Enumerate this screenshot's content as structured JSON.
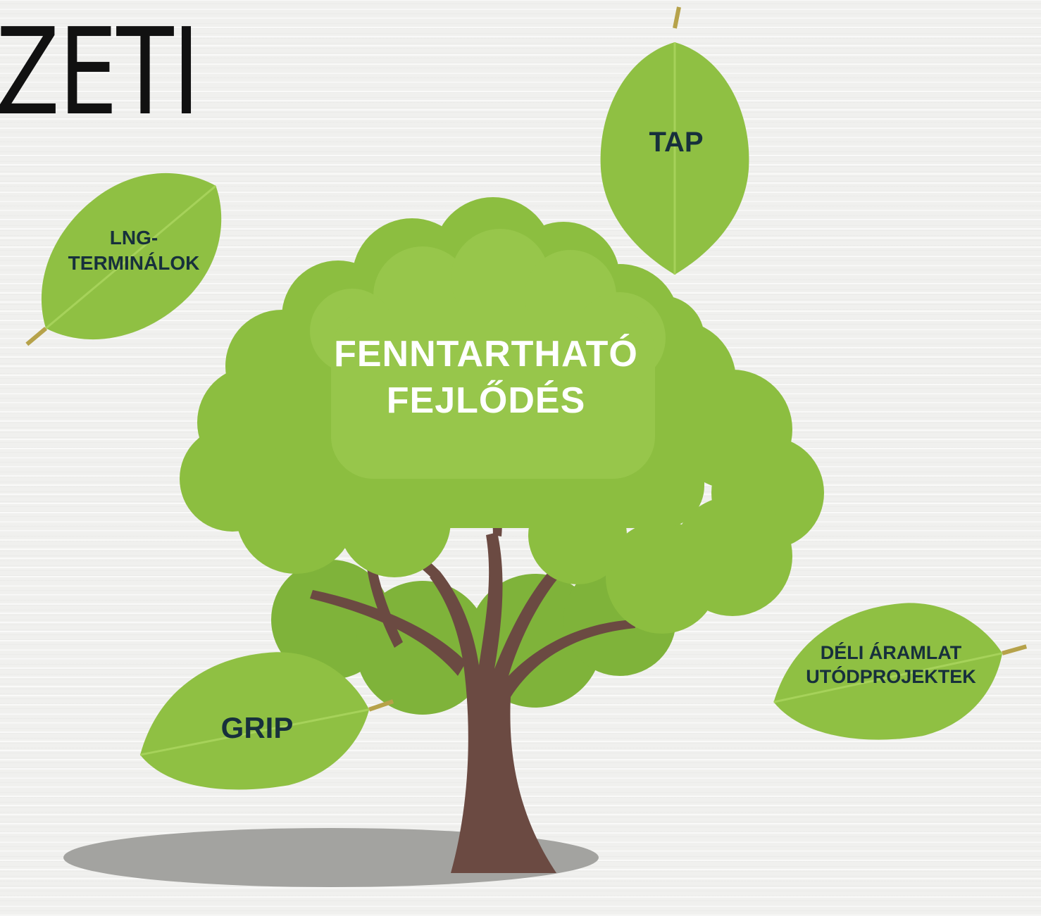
{
  "title": "ZETI",
  "center": {
    "line1": "FENNTARTHATÓ",
    "line2": "FEJLŐDÉS"
  },
  "leaves": {
    "tap": "TAP",
    "lng_line1": "LNG-",
    "lng_line2": "TERMINÁLOK",
    "grip": "GRIP",
    "south_line1": "DÉLI ÁRAMLAT",
    "south_line2": "UTÓDPROJEKTEK"
  },
  "colors": {
    "leaf": "#8fc043",
    "canopy": "#8cbe40",
    "trunk": "#6b4a42",
    "label_dark": "#17303c"
  }
}
